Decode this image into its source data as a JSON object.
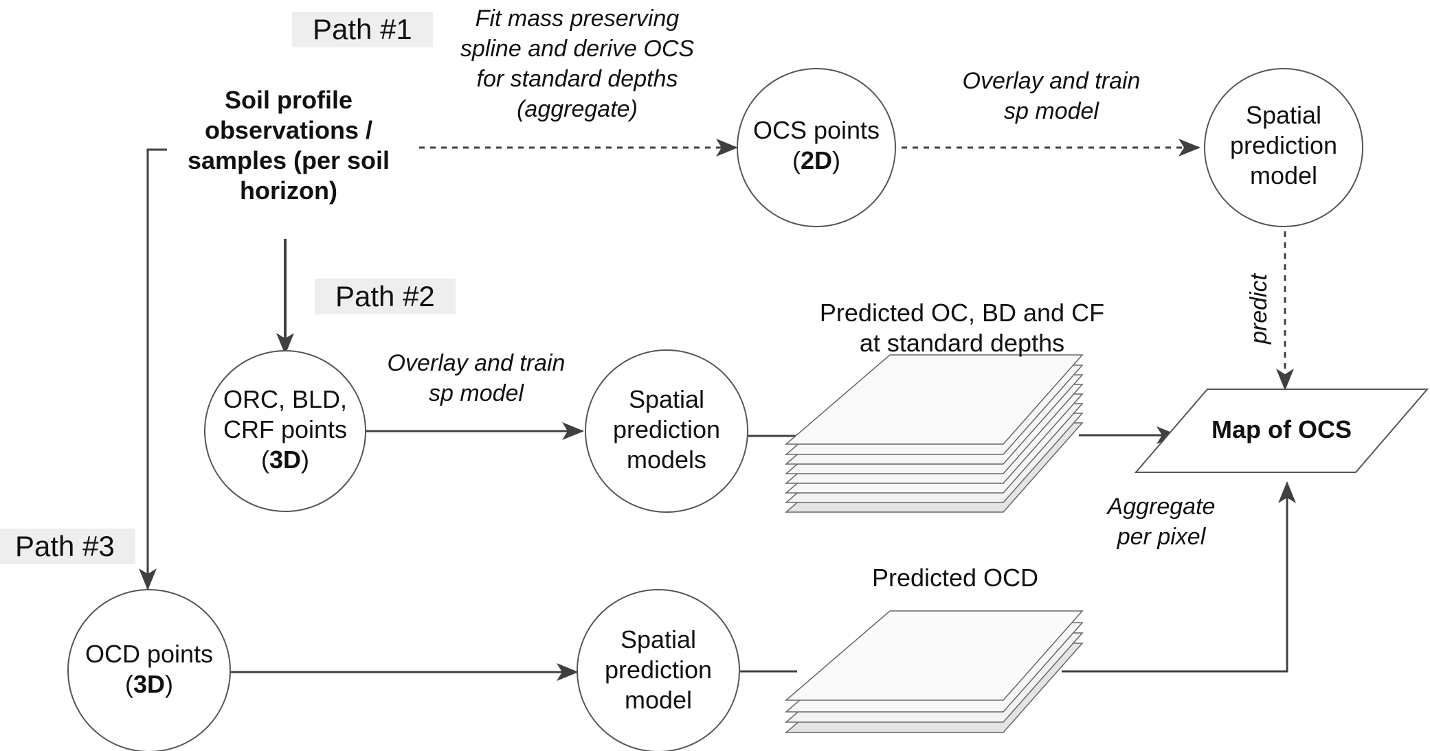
{
  "paths": {
    "p1": "Path #1",
    "p2": "Path #2",
    "p3": "Path #3"
  },
  "source": {
    "line1": "Soil profile",
    "line2": "observations /",
    "line3": "samples (per soil",
    "line4": "horizon)"
  },
  "path1": {
    "step_label": [
      "Fit mass preserving",
      "spline and derive OCS",
      "for standard depths",
      "(aggregate)"
    ],
    "node_ocs": {
      "line1": "OCS points",
      "dim": "2D"
    },
    "train_label": [
      "Overlay and train",
      "sp model"
    ],
    "node_model": [
      "Spatial",
      "prediction",
      "model"
    ],
    "predict_label": "predict"
  },
  "path2": {
    "node_points": {
      "line1": "ORC, BLD,",
      "line2": "CRF points",
      "dim": "3D"
    },
    "train_label": [
      "Overlay and train",
      "sp model"
    ],
    "node_models": [
      "Spatial",
      "prediction",
      "models"
    ],
    "stack_label": [
      "Predicted OC, BD and CF",
      "at standard depths"
    ]
  },
  "path3": {
    "node_points": {
      "line1": "OCD points",
      "dim": "3D"
    },
    "node_model": [
      "Spatial",
      "prediction",
      "model"
    ],
    "stack_label": "Predicted OCD",
    "aggregate_label": [
      "Aggregate",
      "per pixel"
    ]
  },
  "output": {
    "label": "Map of OCS"
  },
  "colors": {
    "line": "#404040",
    "stroke": "#555555",
    "tag_bg": "#eeeeee"
  }
}
